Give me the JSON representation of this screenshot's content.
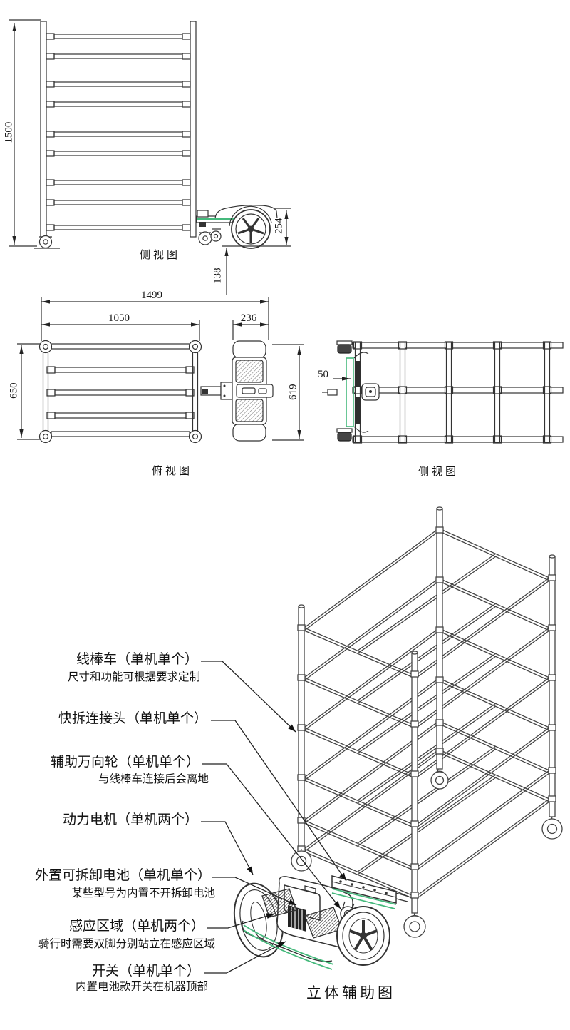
{
  "colors": {
    "line": "#333333",
    "accent_green": "#45b97c",
    "background": "#ffffff"
  },
  "views": {
    "side1": {
      "title": "侧视图",
      "dim_height": "1500",
      "dim_wheel_height": "254",
      "dim_clearance": "138"
    },
    "top": {
      "title": "俯视图",
      "dim_total_length": "1499",
      "dim_rack_length": "1050",
      "dim_unit_width": "236",
      "dim_rack_depth": "650",
      "dim_unit_length": "619"
    },
    "side2": {
      "title": "侧视图",
      "dim_plate_offset": "50"
    },
    "iso": {
      "title": "立体辅助图"
    }
  },
  "callouts": [
    {
      "label": "线棒车（单机单个）",
      "sub": "尺寸和功能可根据要求定制"
    },
    {
      "label": "快拆连接头（单机单个）",
      "sub": ""
    },
    {
      "label": "辅助万向轮（单机单个）",
      "sub": "与线棒车连接后会离地"
    },
    {
      "label": "动力电机（单机两个）",
      "sub": ""
    },
    {
      "label": "外置可拆卸电池（单机单个）",
      "sub": "某些型号为内置不开拆卸电池"
    },
    {
      "label": "感应区域（单机两个）",
      "sub": "骑行时需要双脚分别站立在感应区域"
    },
    {
      "label": "开关（单机单个）",
      "sub": "内置电池款开关在机器顶部"
    }
  ]
}
